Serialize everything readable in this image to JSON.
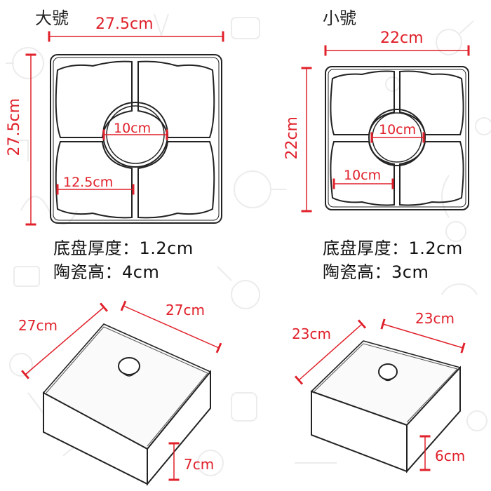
{
  "large": {
    "title": "大號",
    "tray_width": "27.5cm",
    "tray_height": "27.5cm",
    "center_diameter": "10cm",
    "compartment_width": "12.5cm",
    "base_thickness": "底盘厚度：1.2cm",
    "ceramic_height": "陶瓷高：4cm",
    "lid_depth": "27cm",
    "lid_width": "27cm",
    "lid_height": "7cm"
  },
  "small": {
    "title": "小號",
    "tray_width": "22cm",
    "tray_height": "22cm",
    "center_diameter": "10cm",
    "compartment_width": "10cm",
    "base_thickness": "底盘厚度：1.2cm",
    "ceramic_height": "陶瓷高：3cm",
    "lid_depth": "23cm",
    "lid_width": "23cm",
    "lid_height": "6cm"
  },
  "colors": {
    "dimension_red": "#e0202a",
    "outline": "#222222",
    "pattern": "#ececec"
  }
}
